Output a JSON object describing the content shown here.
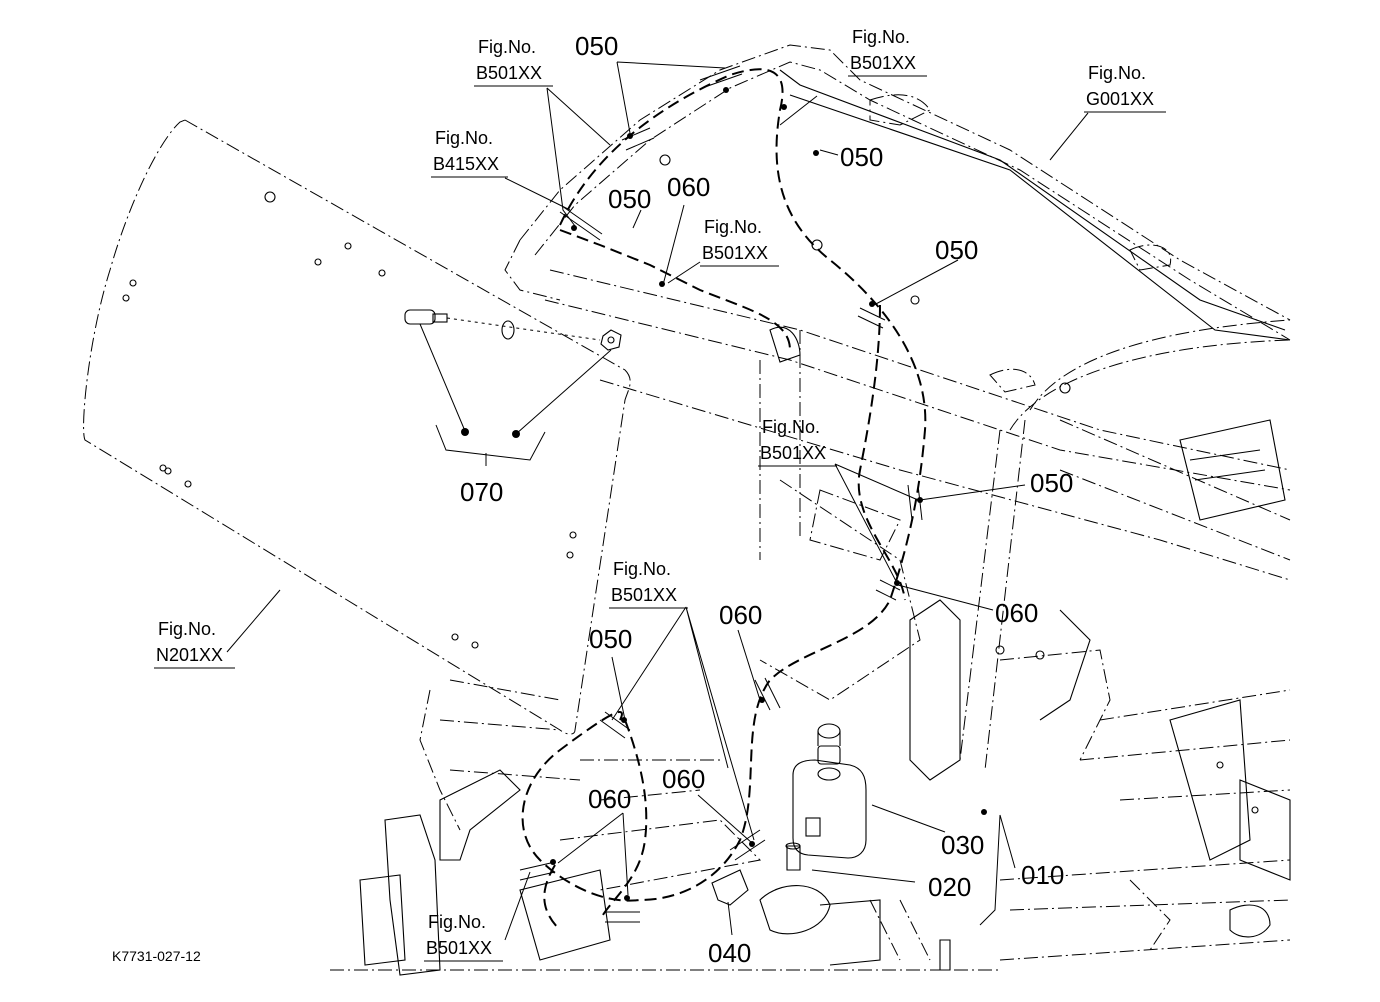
{
  "diagram_code": "K7731-027-12",
  "parts": {
    "p010": "010",
    "p020": "020",
    "p030": "030",
    "p040": "040",
    "p050": "050",
    "p060": "060",
    "p070": "070"
  },
  "fig_refs": {
    "fig_label": "Fig.No.",
    "b501": "B501XX",
    "b415": "B415XX",
    "g001": "G001XX",
    "n201": "N201XX"
  }
}
